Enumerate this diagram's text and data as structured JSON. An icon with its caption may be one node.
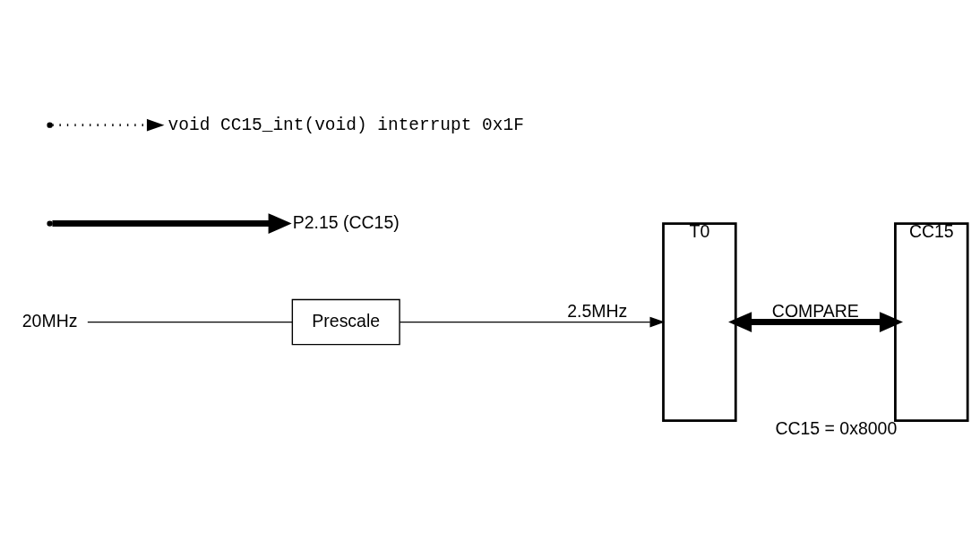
{
  "diagram": {
    "nodes": [
      {
        "text": [
          "20MHz"
        ]
      },
      {
        "text": [
          "Prescale"
        ]
      },
      {
        "text": [
          "T0"
        ]
      },
      {
        "text": [
          "CC15"
        ],
        "beside": [
          "CC15 = 0x8000"
        ]
      },
      {
        "text": [
          "P2.15 (CC15)"
        ]
      },
      {
        "text": [
          "void CC15_int(void) interrupt 0x1F"
        ]
      }
    ],
    "edges": [
      {
        "from": 0,
        "to": 1,
        "arrow": "none"
      },
      {
        "from": 1,
        "to": 2,
        "arrow": "to",
        "label": "2.5MHz"
      },
      {
        "from": 2,
        "to": 3,
        "arrow": "both",
        "label": "COMPARE",
        "style": "thick"
      },
      {
        "from": null,
        "to": 4,
        "arrow": "to",
        "style": "thick"
      },
      {
        "from": null,
        "to": 5,
        "arrow": "to",
        "style": "dashed"
      }
    ]
  }
}
